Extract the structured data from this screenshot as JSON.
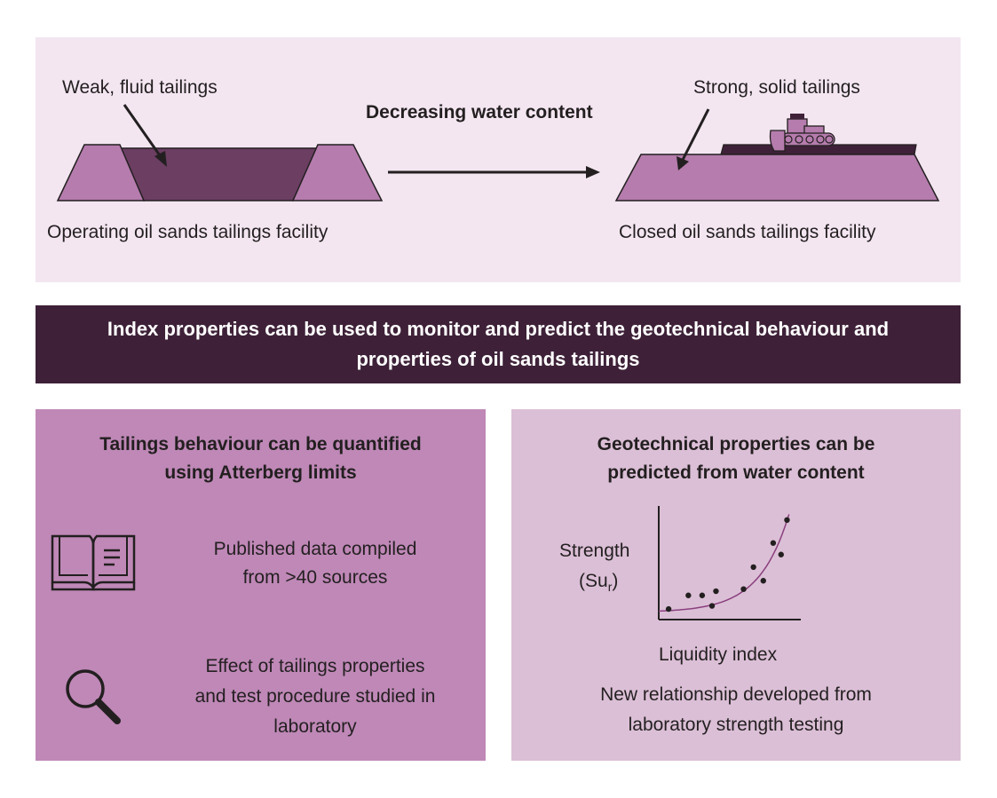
{
  "top": {
    "weak_label": "Weak, fluid tailings",
    "strong_label": "Strong, solid tailings",
    "arrow_label": "Decreasing water content",
    "operating_caption": "Operating oil sands tailings facility",
    "closed_caption": "Closed oil sands tailings facility"
  },
  "banner": {
    "line1": "Index properties can be used to monitor and predict the geotechnical behaviour and",
    "line2": "properties of oil sands tailings"
  },
  "left": {
    "title_line1": "Tailings behaviour can be quantified",
    "title_line2": "using Atterberg limits",
    "book_text_line1": "Published data compiled",
    "book_text_line2": "from >40 sources",
    "lab_text_line1": "Effect of tailings properties",
    "lab_text_line2": "and test procedure studied in",
    "lab_text_line3": "laboratory"
  },
  "right": {
    "title_line1": "Geotechnical properties can be",
    "title_line2": "predicted from water content",
    "footer_line1": "New relationship developed from",
    "footer_line2": "laboratory strength testing"
  },
  "chart_data": {
    "type": "scatter",
    "ylabel": "Strength",
    "ylabel_sub": "(Su",
    "ylabel_subscript": "r",
    "ylabel_close": ")",
    "xlabel": "Liquidity index",
    "points": [
      [
        0.05,
        0.05
      ],
      [
        0.15,
        0.18
      ],
      [
        0.22,
        0.18
      ],
      [
        0.27,
        0.08
      ],
      [
        0.29,
        0.22
      ],
      [
        0.43,
        0.24
      ],
      [
        0.48,
        0.45
      ],
      [
        0.53,
        0.32
      ],
      [
        0.58,
        0.68
      ],
      [
        0.62,
        0.57
      ],
      [
        0.65,
        0.9
      ]
    ],
    "trend": "exponential",
    "xlim": [
      0,
      0.72
    ],
    "ylim": [
      0,
      1
    ],
    "grid": false,
    "colors": {
      "points": "#231f20",
      "trend": "#8a3f7e"
    }
  },
  "icons": {
    "book": "open-book-icon",
    "lab": "magnifying-glass-icon",
    "dozer": "bulldozer-icon"
  },
  "colors": {
    "top_panel": "#f3e6f1",
    "banner": "#3e2138",
    "left_panel": "#bf88b7",
    "right_panel": "#dbbfd6",
    "embankment": "#b57cad",
    "fluid": "#6b3e62"
  }
}
